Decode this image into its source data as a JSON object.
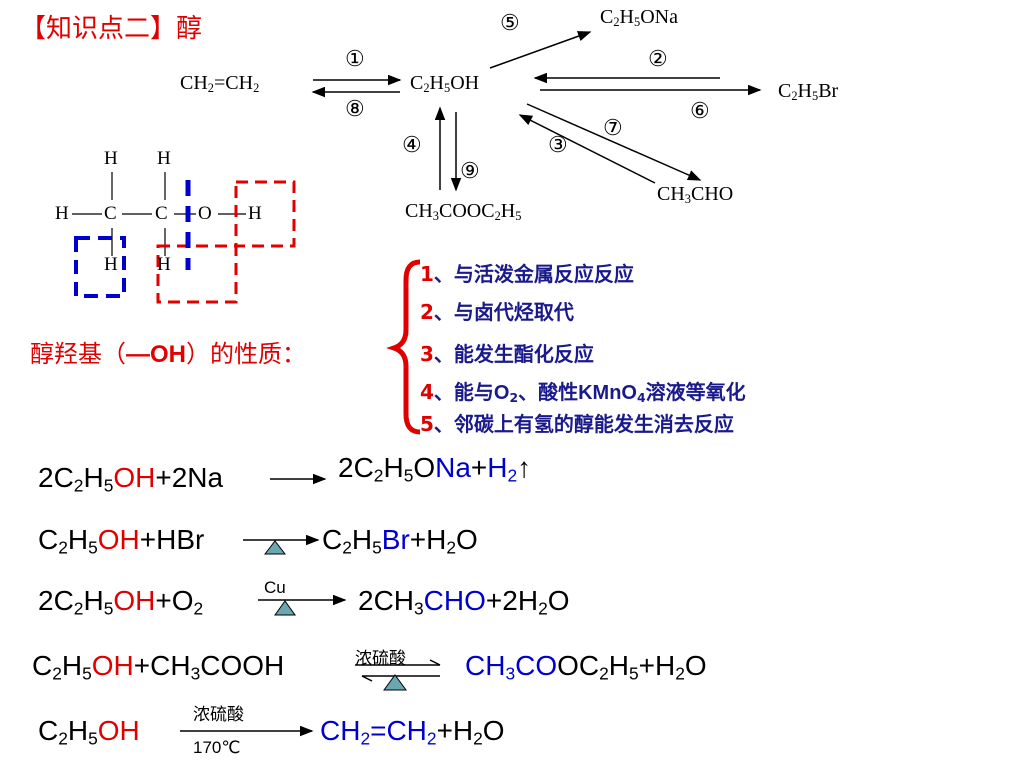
{
  "title": "【知识点二】醇",
  "nodes": {
    "ethylene": [
      "CH",
      "2",
      "=CH",
      "2"
    ],
    "ethanol": [
      "C",
      "2",
      "H",
      "5",
      "OH"
    ],
    "ethoxide": [
      "C",
      "2",
      "H",
      "5",
      "ONa"
    ],
    "bromoethane": [
      "C",
      "2",
      "H",
      "5",
      "Br"
    ],
    "ester": [
      "CH",
      "3",
      "COOC",
      "2",
      "H",
      "5"
    ],
    "acetaldehyde": [
      "CH",
      "3",
      "CHO"
    ]
  },
  "reaction_numbers": [
    "①",
    "②",
    "③",
    "④",
    "⑤",
    "⑥",
    "⑦",
    "⑧",
    "⑨"
  ],
  "structure_atoms": {
    "h_top_1": "H",
    "h_top_2": "H",
    "h_left": "H",
    "c1": "C",
    "c2": "C",
    "o": "O",
    "h_right": "H",
    "h_bottom_1": "H",
    "h_bottom_2": "H"
  },
  "hydroxyl_label": {
    "prefix": "醇羟基（",
    "group": "—OH",
    "suffix": "）的性质："
  },
  "properties": [
    {
      "num": "1",
      "text": "、与活泼金属反应反应"
    },
    {
      "num": "2",
      "text": "、与卤代烃取代"
    },
    {
      "num": "3",
      "text": "、能发生酯化反应"
    },
    {
      "num": "4",
      "parts": [
        "、能与",
        "O",
        "2",
        "、酸性",
        "KMnO",
        "4",
        "溶液等氧化"
      ]
    },
    {
      "num": "5",
      "text": "、邻碳上有氢的醇能发生消去反应"
    }
  ],
  "equations": {
    "eq1": {
      "left": [
        "2C",
        "2",
        "H",
        "5",
        "OH",
        "+2Na"
      ],
      "right": [
        "2C",
        "2",
        "H",
        "5",
        "O",
        "Na",
        "+",
        "H",
        "2",
        "↑"
      ]
    },
    "eq2": {
      "left": [
        "C",
        "2",
        "H",
        "5",
        "OH",
        "+HBr"
      ],
      "right": [
        "C",
        "2",
        "H",
        "5",
        "Br",
        "+H",
        "2",
        "O"
      ]
    },
    "eq3": {
      "left": [
        "2C",
        "2",
        "H",
        "5",
        "OH",
        "+O",
        "2"
      ],
      "catalyst": "Cu",
      "right": [
        "2CH",
        "3",
        "CHO",
        "+2H",
        "2",
        "O"
      ]
    },
    "eq4": {
      "left": [
        "C",
        "2",
        "H",
        "5",
        "OH",
        "+CH",
        "3",
        "COOH"
      ],
      "catalyst": "浓硫酸",
      "right": [
        "CH",
        "3",
        "CO",
        "OC",
        "2",
        "H",
        "5",
        "+H",
        "2",
        "O"
      ]
    },
    "eq5": {
      "left": [
        "C",
        "2",
        "H",
        "5",
        "OH"
      ],
      "catalyst": "浓硫酸",
      "temperature": "170℃",
      "right": [
        "CH",
        "2",
        "=CH",
        "2",
        "+H",
        "2",
        "O"
      ]
    }
  },
  "colors": {
    "title": "#e00000",
    "highlight": "#e00000",
    "product": "#0000cc",
    "properties": "#1a1a8c",
    "bracket": "#e00000",
    "box_red": "#e00000",
    "box_blue": "#0000cc"
  }
}
